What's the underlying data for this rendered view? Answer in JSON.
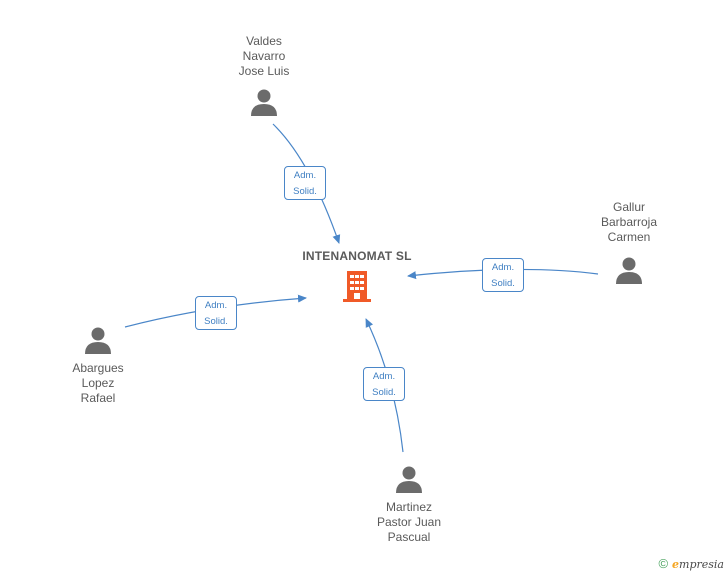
{
  "company": {
    "name": "INTENANOMAT SL",
    "icon": "building-icon",
    "color": "#f05a28"
  },
  "edge_color": "#4a86c8",
  "person_color": "#6b6b6b",
  "people": [
    {
      "id": "valdes",
      "lines": [
        "Valdes",
        "Navarro",
        "Jose Luis"
      ],
      "icon": "person-icon",
      "role": [
        "Adm.",
        "Solid."
      ]
    },
    {
      "id": "gallur",
      "lines": [
        "Gallur",
        "Barbarroja",
        "Carmen"
      ],
      "icon": "person-icon",
      "role": [
        "Adm.",
        "Solid."
      ]
    },
    {
      "id": "abargues",
      "lines": [
        "Abargues",
        "Lopez",
        "Rafael"
      ],
      "icon": "person-icon",
      "role": [
        "Adm.",
        "Solid."
      ]
    },
    {
      "id": "martinez",
      "lines": [
        "Martinez",
        "Pastor Juan",
        "Pascual"
      ],
      "icon": "person-icon",
      "role": [
        "Adm.",
        "Solid."
      ]
    }
  ],
  "footer": {
    "copyright": "©",
    "brand_first": "e",
    "brand_rest": "mpresia"
  }
}
